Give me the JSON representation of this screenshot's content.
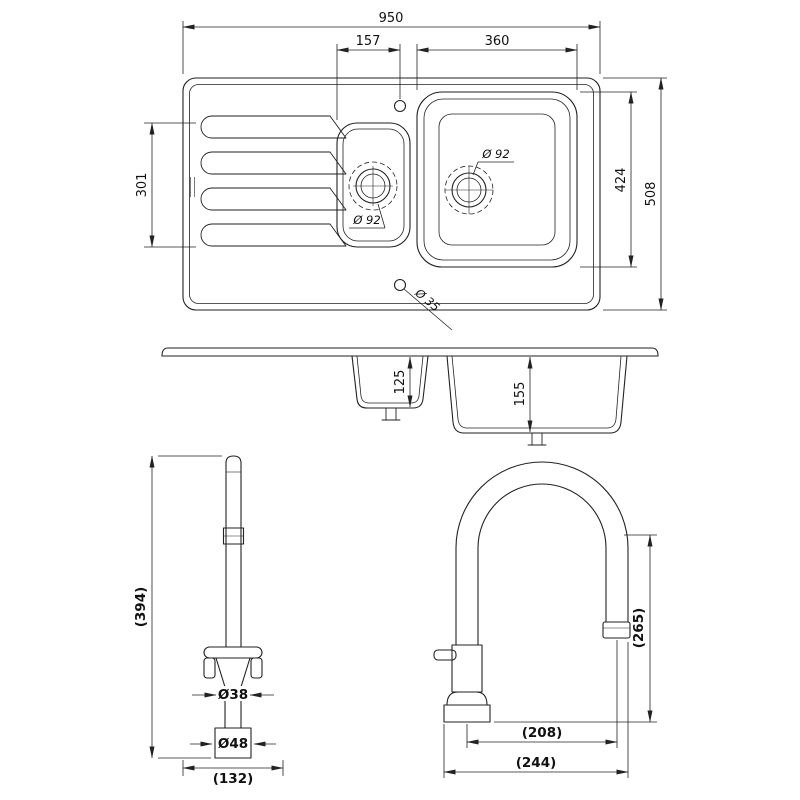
{
  "drawing": {
    "top_view": {
      "overall_width": "950",
      "half_bowl_offset": "157",
      "main_bowl_width": "360",
      "drainer_length": "301",
      "main_bowl_length": "424",
      "overall_depth": "508",
      "half_bowl_drain": "Ø 92",
      "main_bowl_drain": "Ø 92",
      "tap_hole": "Ø 35"
    },
    "section_view": {
      "half_bowl_depth": "125",
      "main_bowl_depth": "155"
    },
    "tap_front": {
      "height": "(394)",
      "body_diameter": "Ø38",
      "base_diameter": "Ø48",
      "base_width": "(132)"
    },
    "tap_side": {
      "outlet_height": "(265)",
      "spout_reach": "(208)",
      "overall_projection": "(244)"
    }
  }
}
